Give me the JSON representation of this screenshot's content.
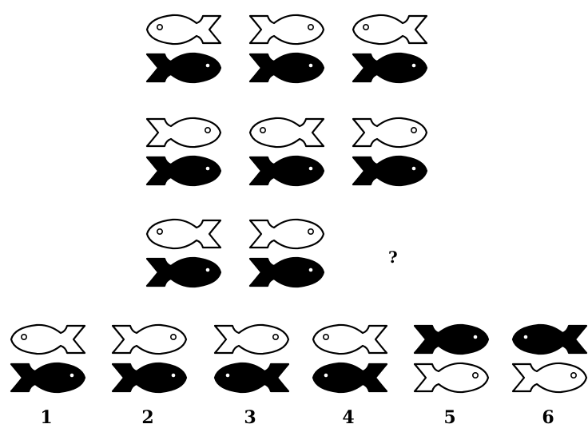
{
  "puzzle": {
    "missing_marker": "?",
    "grid": [
      [
        {
          "top": {
            "color": "white",
            "facing": "left"
          },
          "bottom": {
            "color": "black",
            "facing": "right"
          }
        },
        {
          "top": {
            "color": "white",
            "facing": "right"
          },
          "bottom": {
            "color": "black",
            "facing": "right"
          }
        },
        {
          "top": {
            "color": "white",
            "facing": "left"
          },
          "bottom": {
            "color": "black",
            "facing": "right"
          }
        }
      ],
      [
        {
          "top": {
            "color": "white",
            "facing": "right"
          },
          "bottom": {
            "color": "black",
            "facing": "right"
          }
        },
        {
          "top": {
            "color": "white",
            "facing": "left"
          },
          "bottom": {
            "color": "black",
            "facing": "right"
          }
        },
        {
          "top": {
            "color": "white",
            "facing": "right"
          },
          "bottom": {
            "color": "black",
            "facing": "right"
          }
        }
      ],
      [
        {
          "top": {
            "color": "white",
            "facing": "left"
          },
          "bottom": {
            "color": "black",
            "facing": "right"
          }
        },
        {
          "top": {
            "color": "white",
            "facing": "right"
          },
          "bottom": {
            "color": "black",
            "facing": "right"
          }
        },
        null
      ]
    ]
  },
  "options": [
    {
      "label": "1",
      "top": {
        "color": "white",
        "facing": "left"
      },
      "bottom": {
        "color": "black",
        "facing": "right"
      }
    },
    {
      "label": "2",
      "top": {
        "color": "white",
        "facing": "right"
      },
      "bottom": {
        "color": "black",
        "facing": "right"
      }
    },
    {
      "label": "3",
      "top": {
        "color": "white",
        "facing": "right"
      },
      "bottom": {
        "color": "black",
        "facing": "left"
      }
    },
    {
      "label": "4",
      "top": {
        "color": "white",
        "facing": "left"
      },
      "bottom": {
        "color": "black",
        "facing": "left"
      }
    },
    {
      "label": "5",
      "top": {
        "color": "black",
        "facing": "right"
      },
      "bottom": {
        "color": "white",
        "facing": "right"
      }
    },
    {
      "label": "6",
      "top": {
        "color": "black",
        "facing": "left"
      },
      "bottom": {
        "color": "white",
        "facing": "right"
      }
    }
  ],
  "colors": {
    "ink": "#000000",
    "paper": "#ffffff"
  }
}
